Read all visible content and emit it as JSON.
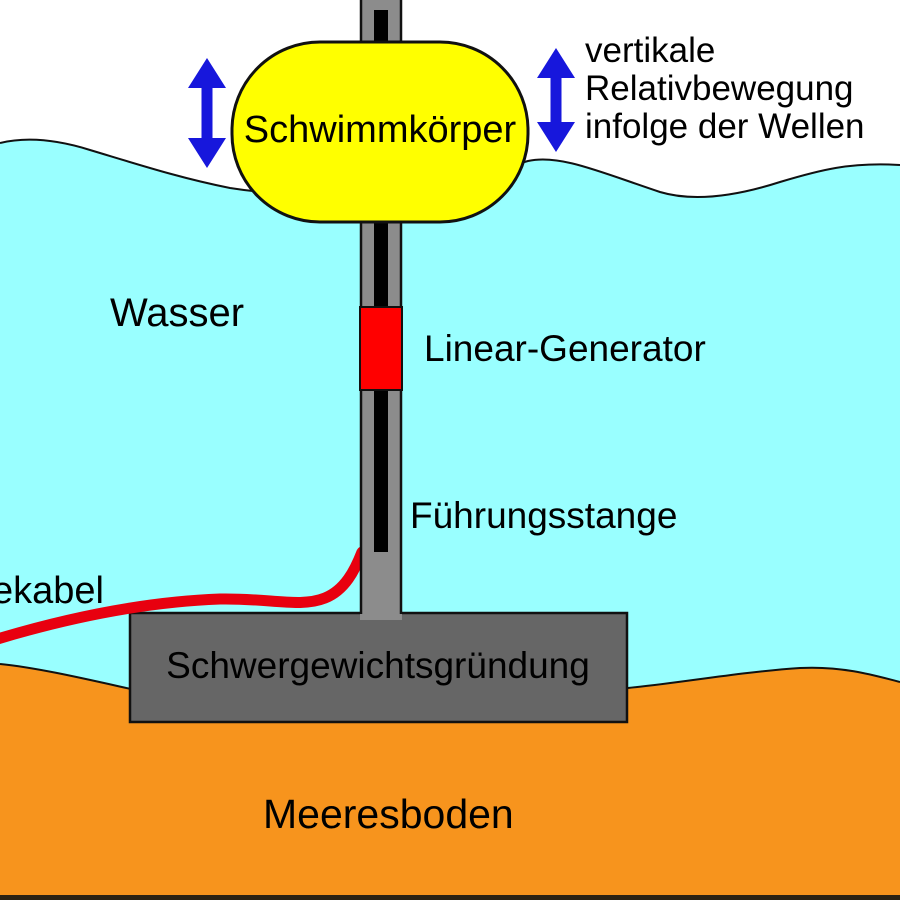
{
  "diagram": {
    "type": "wave-energy-point-absorber-schematic",
    "labels": {
      "float": "Schwimmkörper",
      "motion_line1": "vertikale",
      "motion_line2": "Relativbewegung",
      "motion_line3": "infolge der Wellen",
      "water": "Wasser",
      "generator": "Linear-Generator",
      "guide_rod": "Führungsstange",
      "cable": "ekabel",
      "foundation": "Schwergewichtsgründung",
      "seabed": "Meeresboden"
    },
    "colors": {
      "sky": "#FFFFFF",
      "water": "#99FFFF",
      "seabed_orange": "#F7941D",
      "float_yellow": "#FFFF00",
      "generator_red": "#FF0000",
      "cable_red": "#E8000F",
      "pole_gray": "#8C8C8C",
      "rod_black": "#000000",
      "foundation_gray": "#666666",
      "arrow_blue": "#1717DC",
      "outline": "#111111",
      "text": "#000000",
      "bottom_line": "#2B2213"
    }
  }
}
